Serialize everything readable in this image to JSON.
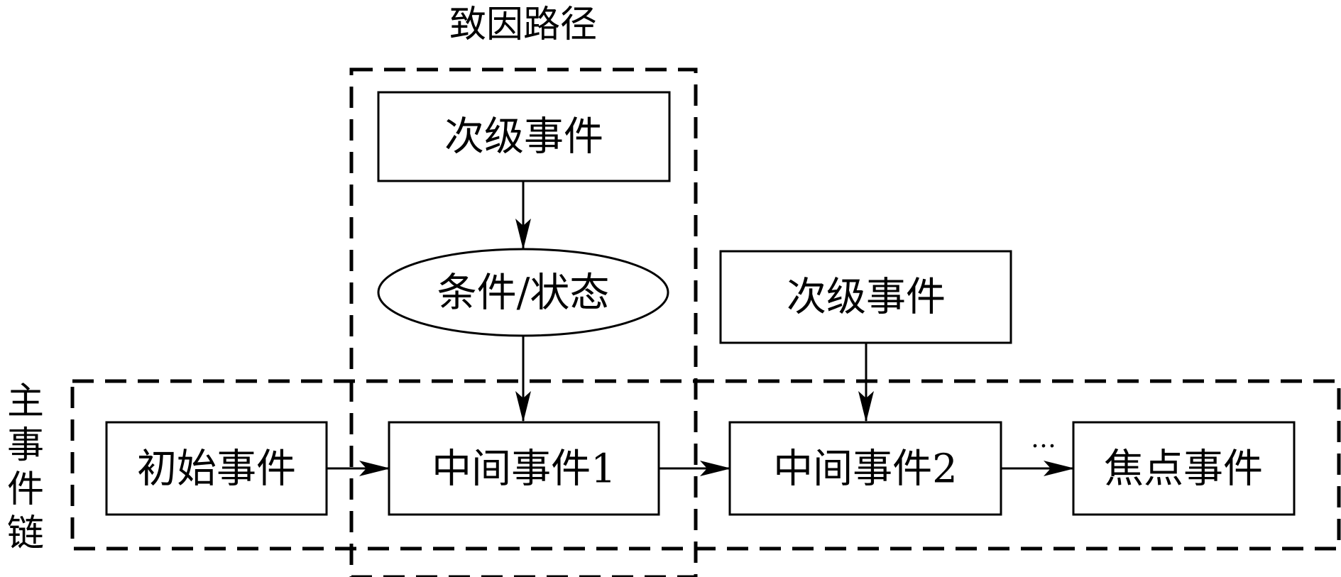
{
  "groups": {
    "causal_path": {
      "label": "致因路径"
    },
    "main_chain": {
      "label_chars": [
        "主",
        "事",
        "件",
        "链"
      ]
    }
  },
  "nodes": {
    "secondary_event_1": "次级事件",
    "condition_state": "条件/状态",
    "secondary_event_2": "次级事件",
    "initial_event": "初始事件",
    "intermediate_event_1": "中间事件1",
    "intermediate_event_2": "中间事件2",
    "focal_event": "焦点事件"
  },
  "ellipsis": "…",
  "colors": {
    "stroke": "#000000",
    "background": "#ffffff"
  }
}
